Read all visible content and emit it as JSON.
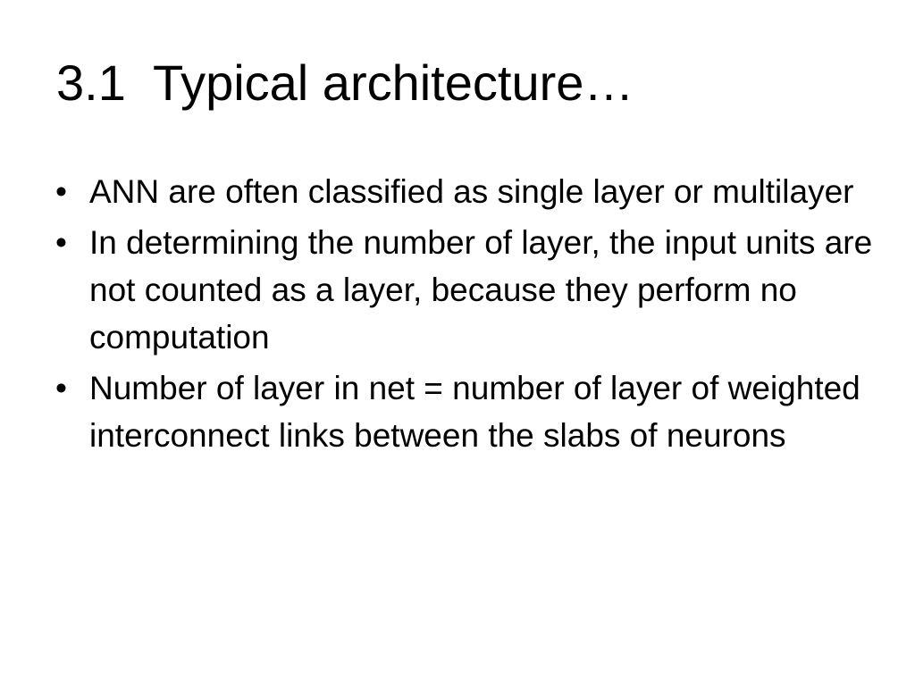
{
  "slide": {
    "title": "3.1  Typical architecture…",
    "bullet_symbol": "•",
    "bullets": [
      "ANN are often classified as single layer or multilayer",
      "In determining the number of layer, the input units are not counted as a layer, because they perform no computation",
      "Number of layer in net = number of layer of weighted interconnect links between the slabs of neurons"
    ]
  }
}
